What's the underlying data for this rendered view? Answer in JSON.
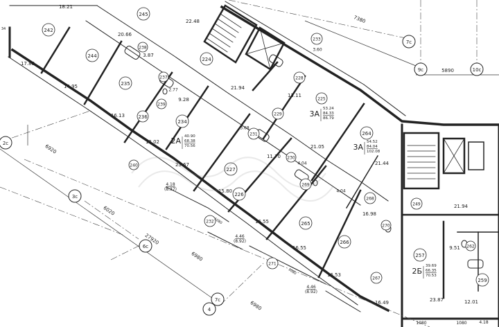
{
  "plan": {
    "rooms": [
      {
        "id": "r242",
        "num": "242"
      },
      {
        "id": "r245",
        "num": "245"
      },
      {
        "id": "r244",
        "num": "244"
      },
      {
        "id": "r238",
        "num": "238"
      },
      {
        "id": "r235",
        "num": "235"
      },
      {
        "id": "r237",
        "num": "237"
      },
      {
        "id": "r239",
        "num": "239"
      },
      {
        "id": "r236",
        "num": "236"
      },
      {
        "id": "r234",
        "num": "234"
      },
      {
        "id": "r240",
        "num": "240"
      },
      {
        "id": "r224",
        "num": "224"
      },
      {
        "id": "r233",
        "num": "233"
      },
      {
        "id": "r228",
        "num": "228"
      },
      {
        "id": "r225",
        "num": "225"
      },
      {
        "id": "r229",
        "num": "229"
      },
      {
        "id": "r231",
        "num": "231"
      },
      {
        "id": "r227",
        "num": "227"
      },
      {
        "id": "r230",
        "num": "230"
      },
      {
        "id": "r226",
        "num": "226"
      },
      {
        "id": "r269",
        "num": "269"
      },
      {
        "id": "r264",
        "num": "264"
      },
      {
        "id": "r268",
        "num": "268"
      },
      {
        "id": "r265",
        "num": "265"
      },
      {
        "id": "r266",
        "num": "266"
      },
      {
        "id": "r232",
        "num": "232"
      },
      {
        "id": "r271",
        "num": "271"
      },
      {
        "id": "r249",
        "num": "249"
      },
      {
        "id": "r270",
        "num": "270"
      },
      {
        "id": "r257",
        "num": "257"
      },
      {
        "id": "r267",
        "num": "267"
      },
      {
        "id": "r262",
        "num": "262"
      },
      {
        "id": "r259",
        "num": "259"
      }
    ],
    "areas": [
      {
        "id": "a1",
        "v": "18.21"
      },
      {
        "id": "a2",
        "v": "20.66"
      },
      {
        "id": "a3",
        "v": "17.88"
      },
      {
        "id": "a4",
        "v": "3.87"
      },
      {
        "id": "a5",
        "v": "14.95"
      },
      {
        "id": "a6",
        "v": "2.77"
      },
      {
        "id": "a7",
        "v": "9.28"
      },
      {
        "id": "a8",
        "v": "16.13"
      },
      {
        "id": "a9",
        "v": "12.02"
      },
      {
        "id": "a10",
        "v": "23.67"
      },
      {
        "id": "a11",
        "v": "22.48"
      },
      {
        "id": "a12",
        "v": "21.94"
      },
      {
        "id": "a13",
        "v": "3.68"
      },
      {
        "id": "a14",
        "v": "13.11"
      },
      {
        "id": "a15",
        "v": "3.60"
      },
      {
        "id": "a16",
        "v": "21.05"
      },
      {
        "id": "a17",
        "v": "11.70"
      },
      {
        "id": "a18",
        "v": "4.04"
      },
      {
        "id": "a19",
        "v": "4.04"
      },
      {
        "id": "a20",
        "v": "21.44"
      },
      {
        "id": "a21",
        "v": "15.80"
      },
      {
        "id": "a22",
        "v": "16.55"
      },
      {
        "id": "a23",
        "v": "16.98"
      },
      {
        "id": "a24",
        "v": "16.55"
      },
      {
        "id": "a25",
        "v": "16.53"
      },
      {
        "id": "a26",
        "v": "16.49"
      },
      {
        "id": "a27",
        "v": "21.94"
      },
      {
        "id": "a28",
        "v": "9.51"
      },
      {
        "id": "a29",
        "v": "23.87"
      },
      {
        "id": "a30",
        "v": "12.01"
      }
    ],
    "apartments": [
      {
        "id": "apt2a",
        "type": "2А",
        "a": "40.90",
        "b": "68.38",
        "c": "70.56"
      },
      {
        "id": "apt3a1",
        "type": "3А",
        "a": "53.24",
        "b": "84.33",
        "c": "86.79"
      },
      {
        "id": "apt3a2",
        "type": "3А",
        "a": "54.52",
        "b": "84.04",
        "c": "102.08"
      },
      {
        "id": "apt2b",
        "type": "2Б",
        "a": "39.69",
        "b": "66.35",
        "c": "70.53"
      }
    ],
    "balconies": [
      {
        "id": "b1",
        "v": "4.18",
        "v2": "(8.37)"
      },
      {
        "id": "b2",
        "v": "4.46",
        "v2": "(8.92)"
      },
      {
        "id": "b3",
        "v": "4.46",
        "v2": "(8.92)"
      },
      {
        "id": "b4",
        "v": "4.18",
        "v2": ""
      }
    ],
    "axes": [
      {
        "id": "ax7c",
        "label": "7с"
      },
      {
        "id": "ax9c",
        "label": "9с"
      },
      {
        "id": "ax10c",
        "label": "10с"
      },
      {
        "id": "ax2c",
        "label": "2с"
      },
      {
        "id": "ax3c",
        "label": "3с"
      },
      {
        "id": "ax6c",
        "label": "6с"
      },
      {
        "id": "ax7c2",
        "label": "7с"
      },
      {
        "id": "ax4",
        "label": "4"
      }
    ],
    "dims": [
      {
        "id": "d7380",
        "v": "7380"
      },
      {
        "id": "d5890",
        "v": "5890"
      },
      {
        "id": "d6920",
        "v": "6920"
      },
      {
        "id": "d6020",
        "v": "6020"
      },
      {
        "id": "d27920",
        "v": "27920"
      },
      {
        "id": "d6980",
        "v": "6980"
      },
      {
        "id": "d6980b",
        "v": "6980"
      },
      {
        "id": "d1080a",
        "v": "1080"
      },
      {
        "id": "d1080b",
        "v": "1080"
      },
      {
        "id": "d1080c",
        "v": "1080"
      },
      {
        "id": "d1080d",
        "v": "1080"
      },
      {
        "id": "d34",
        "v": "34"
      }
    ]
  }
}
